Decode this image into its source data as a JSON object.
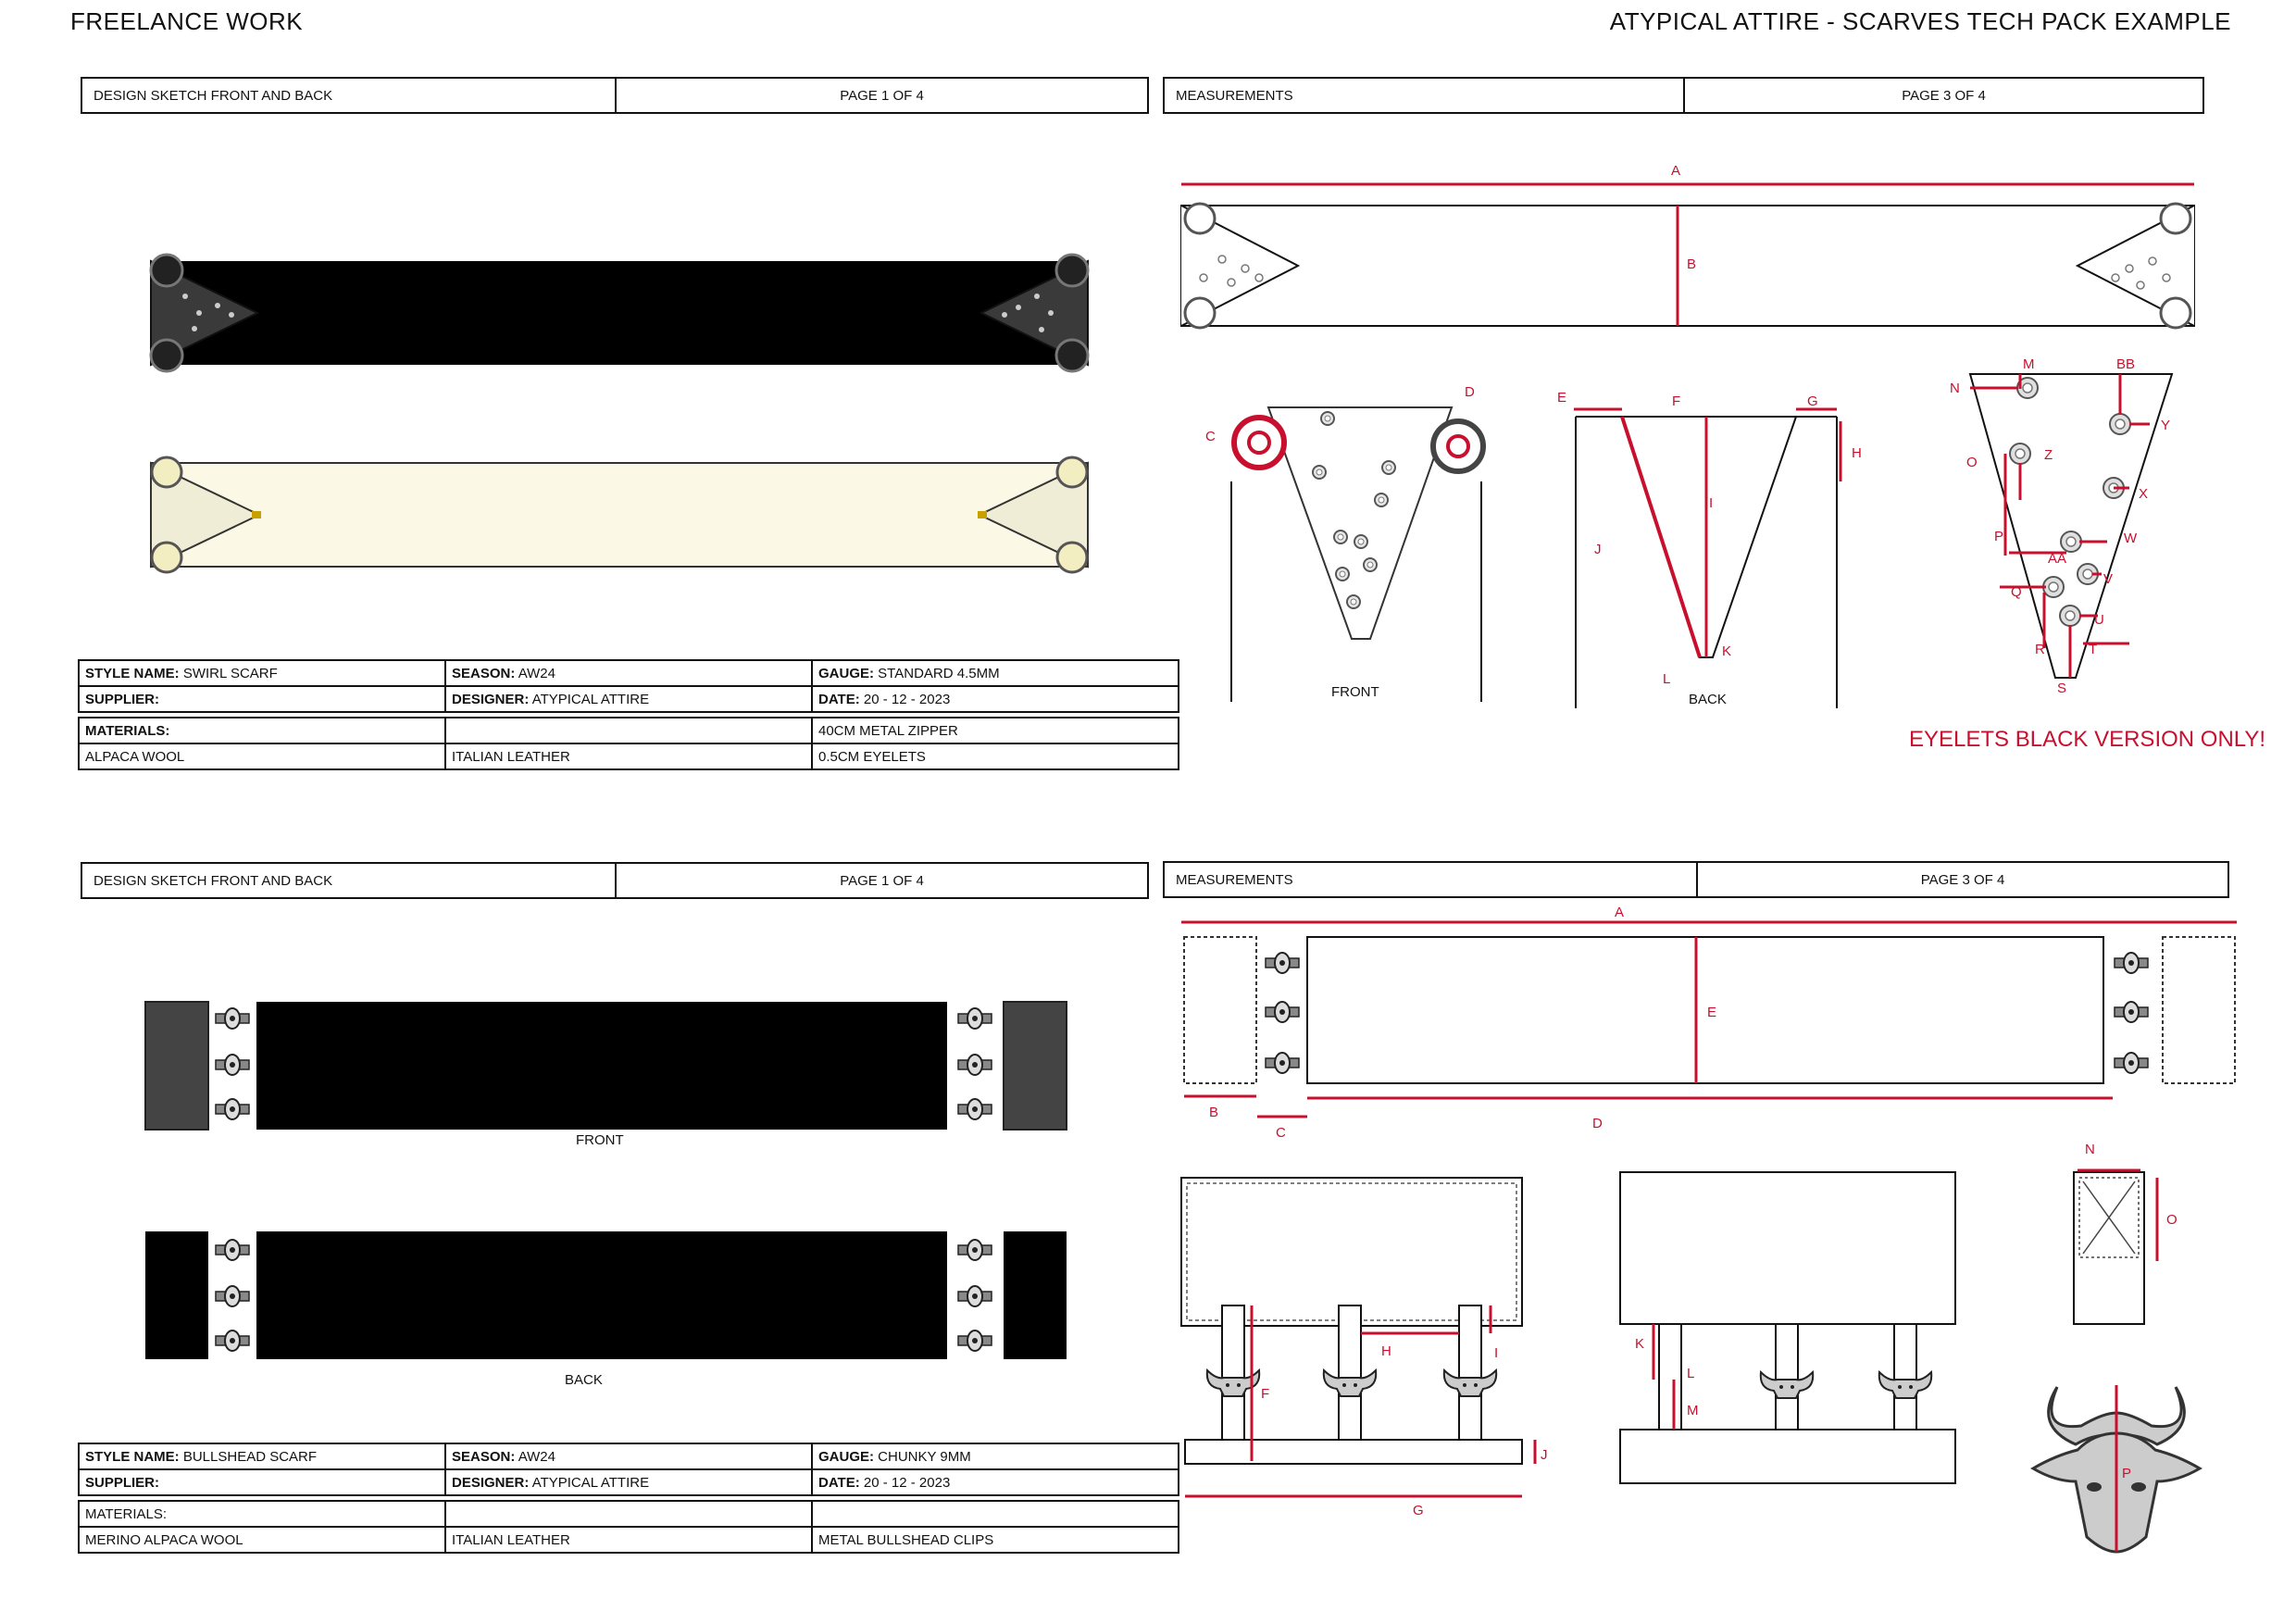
{
  "header": {
    "left": "FREELANCE WORK",
    "right": "ATYPICAL ATTIRE - SCARVES TECH PACK EXAMPLE"
  },
  "colors": {
    "accent_red": "#c8102e",
    "cream": "#fbf9e6",
    "dark_grey": "#444444"
  },
  "swirl": {
    "sketch_box": {
      "title": "DESIGN SKETCH FRONT AND BACK",
      "page": "PAGE 1 OF 4"
    },
    "measure_box": {
      "title": "MEASUREMENTS",
      "page": "PAGE 3 OF 4"
    },
    "spec": {
      "style_label": "STYLE NAME:",
      "style_value": "SWIRL SCARF",
      "season_label": "SEASON:",
      "season_value": "AW24",
      "gauge_label": "GAUGE:",
      "gauge_value": "STANDARD 4.5MM",
      "supplier_label": "SUPPLIER:",
      "designer_label": "DESIGNER:",
      "designer_value": "ATYPICAL ATTIRE",
      "date_label": "DATE:",
      "date_value": "20 - 12 - 2023",
      "materials_label": "MATERIALS:",
      "materials": [
        "ALPACA WOOL",
        "ITALIAN LEATHER",
        "40CM METAL ZIPPER",
        "0.5CM EYELETS"
      ]
    },
    "labels": {
      "front": "FRONT",
      "back": "BACK",
      "note": "EYELETS BLACK VERSION ONLY!",
      "A": "A",
      "B": "B",
      "C": "C",
      "D": "D",
      "E": "E",
      "F": "F",
      "G": "G",
      "H": "H",
      "I": "I",
      "J": "J",
      "K": "K",
      "L": "L",
      "M": "M",
      "N": "N",
      "O": "O",
      "P": "P",
      "Q": "Q",
      "R": "R",
      "S": "S",
      "T": "T",
      "U": "U",
      "V": "V",
      "W": "W",
      "X": "X",
      "Y": "Y",
      "Z": "Z",
      "AA": "AA",
      "BB": "BB"
    }
  },
  "bull": {
    "sketch_box": {
      "title": "DESIGN SKETCH FRONT AND BACK",
      "page": "PAGE 1 OF 4"
    },
    "measure_box": {
      "title": "MEASUREMENTS",
      "page": "PAGE 3 OF 4"
    },
    "spec": {
      "style_label": "STYLE NAME:",
      "style_value": "BULLSHEAD SCARF",
      "season_label": "SEASON:",
      "season_value": "AW24",
      "gauge_label": "GAUGE:",
      "gauge_value": "CHUNKY 9MM",
      "supplier_label": "SUPPLIER:",
      "designer_label": "DESIGNER:",
      "designer_value": "ATYPICAL ATTIRE",
      "date_label": "DATE:",
      "date_value": "20 - 12 - 2023",
      "materials_label": "MATERIALS:",
      "materials": [
        "MERINO ALPACA WOOL",
        "ITALIAN LEATHER",
        "METAL BULLSHEAD CLIPS"
      ]
    },
    "labels": {
      "front": "FRONT",
      "back": "BACK",
      "A": "A",
      "B": "B",
      "C": "C",
      "D": "D",
      "E": "E",
      "F": "F",
      "G": "G",
      "H": "H",
      "I": "I",
      "J": "J",
      "K": "K",
      "L": "L",
      "M": "M",
      "N": "N",
      "O": "O",
      "P": "P"
    }
  }
}
